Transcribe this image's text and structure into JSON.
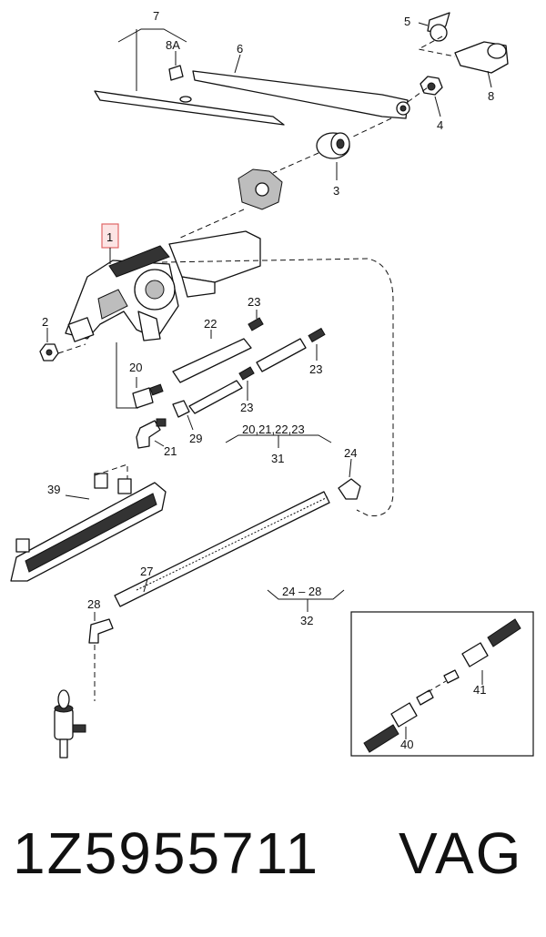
{
  "diagram": {
    "callouts": {
      "c1": "1",
      "c2": "2",
      "c3": "3",
      "c4": "4",
      "c5": "5",
      "c6": "6",
      "c7": "7",
      "c8": "8",
      "c8a": "8A",
      "c20": "20",
      "c21": "21",
      "c22": "22",
      "c23a": "23",
      "c23b": "23",
      "c23c": "23",
      "c24": "24",
      "c27": "27",
      "c28": "28",
      "c29": "29",
      "c39": "39",
      "c40": "40",
      "c41": "41"
    },
    "groups": {
      "g31_range": "20,21,22,23",
      "g31_num": "31",
      "g32_range": "24 – 28",
      "g32_num": "32"
    },
    "highlight_color": "#e06666"
  },
  "footer": {
    "part_number": "1Z5955711",
    "brand": "VAG"
  }
}
